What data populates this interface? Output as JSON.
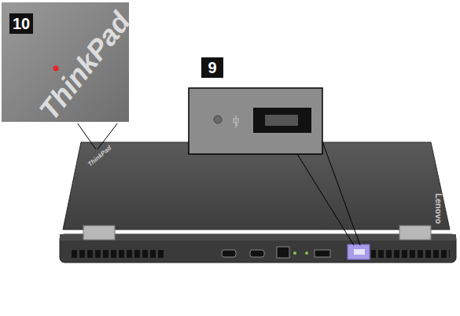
{
  "diagram": {
    "labels": [
      "10",
      "9",
      "ThinkPad",
      "ThinkPad",
      "Lenovo"
    ]
  }
}
